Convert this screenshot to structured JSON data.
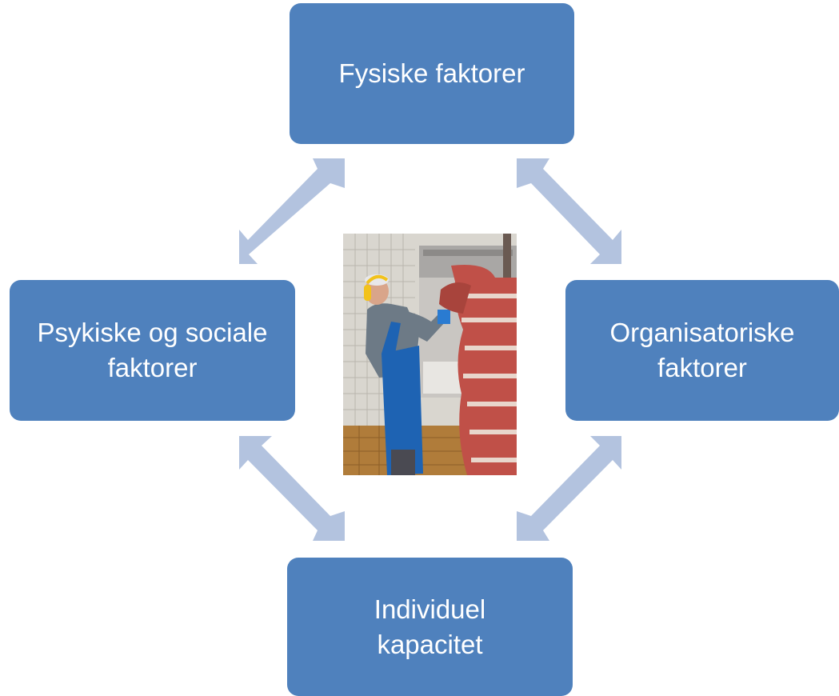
{
  "diagram": {
    "nodes": {
      "top": {
        "label": "Fysiske faktorer"
      },
      "left": {
        "label": "Psykiske og sociale\nfaktorer"
      },
      "right": {
        "label": "Organisatoriske\nfaktorer"
      },
      "bottom": {
        "label": "Individuel\nkapacitet"
      }
    },
    "colors": {
      "node_fill": "#4f81bd",
      "node_text": "#ffffff",
      "arrow_fill": "#b3c3df"
    },
    "arrows": [
      {
        "from": "top",
        "to": "left",
        "type": "bidirectional"
      },
      {
        "from": "top",
        "to": "right",
        "type": "bidirectional"
      },
      {
        "from": "left",
        "to": "bottom",
        "type": "bidirectional"
      },
      {
        "from": "right",
        "to": "bottom",
        "type": "bidirectional"
      }
    ],
    "center_photo": {
      "icon": "butcher-worker-photo"
    }
  }
}
